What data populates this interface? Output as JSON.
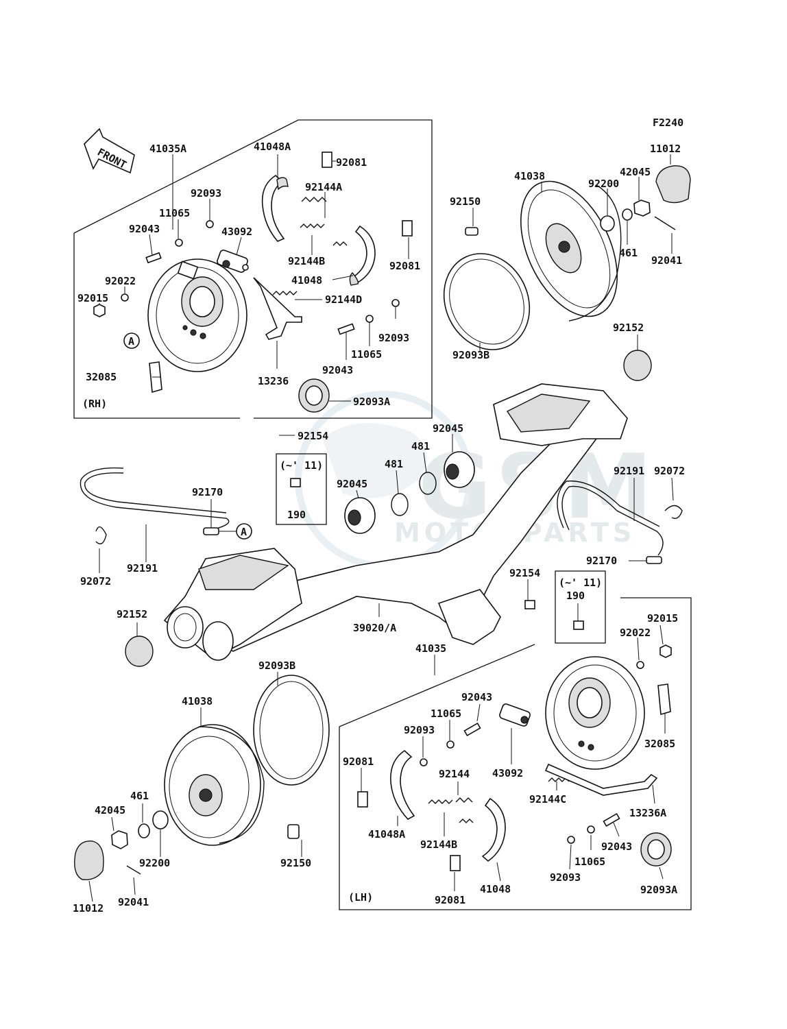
{
  "figure_code": "F2240",
  "front_arrow_label": "FRONT",
  "watermark": {
    "logo_text": "GSM",
    "sub_text": "MOTORPARTS"
  },
  "group_labels": {
    "rh": "(RH)",
    "lh": "(LH)",
    "ref_a_top": "A",
    "ref_a_mid": "A",
    "note_left": "(~' 11)",
    "note_right": "(~' 11)"
  },
  "parts": {
    "p41035A": "41035A",
    "p41048A_rh": "41048A",
    "p92081_rh_a": "92081",
    "p92093_rh_a": "92093",
    "p92144A": "92144A",
    "p11065_rh_a": "11065",
    "p92043_rh_a": "92043",
    "p43092_rh": "43092",
    "p92144B_rh": "92144B",
    "p92081_rh_b": "92081",
    "p41048_rh": "41048",
    "p92022_rh": "92022",
    "p92144D": "92144D",
    "p92015_rh": "92015",
    "p92093_rh_b": "92093",
    "p11065_rh_b": "11065",
    "p92043_rh_b": "92043",
    "p32085_rh": "32085",
    "p13236": "13236",
    "p92093A_rh": "92093A",
    "p92154_top": "92154",
    "p41038_top": "41038",
    "p11012_top": "11012",
    "p42045_top": "42045",
    "p92200_top": "92200",
    "p92150_top": "92150",
    "p461_top": "461",
    "p92041_top": "92041",
    "p92093B_top": "92093B",
    "p92152_right": "92152",
    "p92045_top": "92045",
    "p481_a": "481",
    "p481_b": "481",
    "p92045_mid": "92045",
    "p190_left": "190",
    "p92170_left": "92170",
    "p92191_left": "92191",
    "p92072_left": "92072",
    "p92191_right": "92191",
    "p92072_right": "92072",
    "p92170_right": "92170",
    "p92154_mid": "92154",
    "p190_right": "190",
    "p92152_left": "92152",
    "p39020A": "39020/A",
    "p92015_lh": "92015",
    "p92022_lh": "92022",
    "p41035": "41035",
    "p92093B_bottom": "92093B",
    "p41038_bottom": "41038",
    "p92043_lh_a": "92043",
    "p11065_lh_a": "11065",
    "p92093_lh_a": "92093",
    "p32085_lh": "32085",
    "p92081_lh_a": "92081",
    "p43092_lh": "43092",
    "p92144": "92144",
    "p13236A": "13236A",
    "p92144C": "92144C",
    "p461_bottom": "461",
    "p42045_bottom": "42045",
    "p41048A_lh": "41048A",
    "p92144B_lh": "92144B",
    "p92043_lh_b": "92043",
    "p11065_lh_b": "11065",
    "p92200_bottom": "92200",
    "p92150_bottom": "92150",
    "p92093_lh_b": "92093",
    "p92093A_lh": "92093A",
    "p92081_lh_b": "92081",
    "p41048_lh": "41048",
    "p11012_bottom": "11012",
    "p92041_bottom": "92041"
  }
}
